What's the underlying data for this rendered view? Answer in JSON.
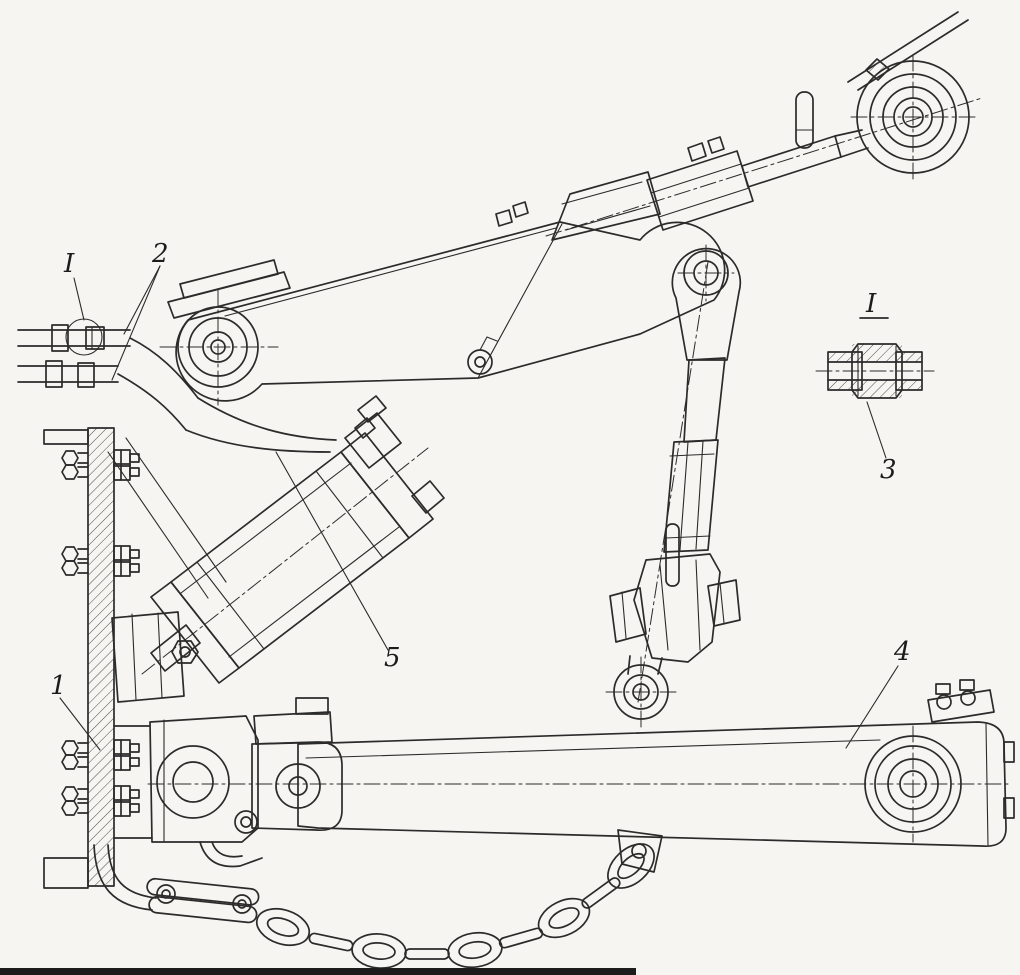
{
  "callouts": {
    "detail_ref": "I",
    "part_1": "1",
    "part_2": "2",
    "part_3": "3",
    "part_4": "4",
    "part_5": "5",
    "detail_view_title": "I"
  },
  "colors": {
    "ink": "#2b2b2b",
    "paper": "#f6f5f1"
  }
}
